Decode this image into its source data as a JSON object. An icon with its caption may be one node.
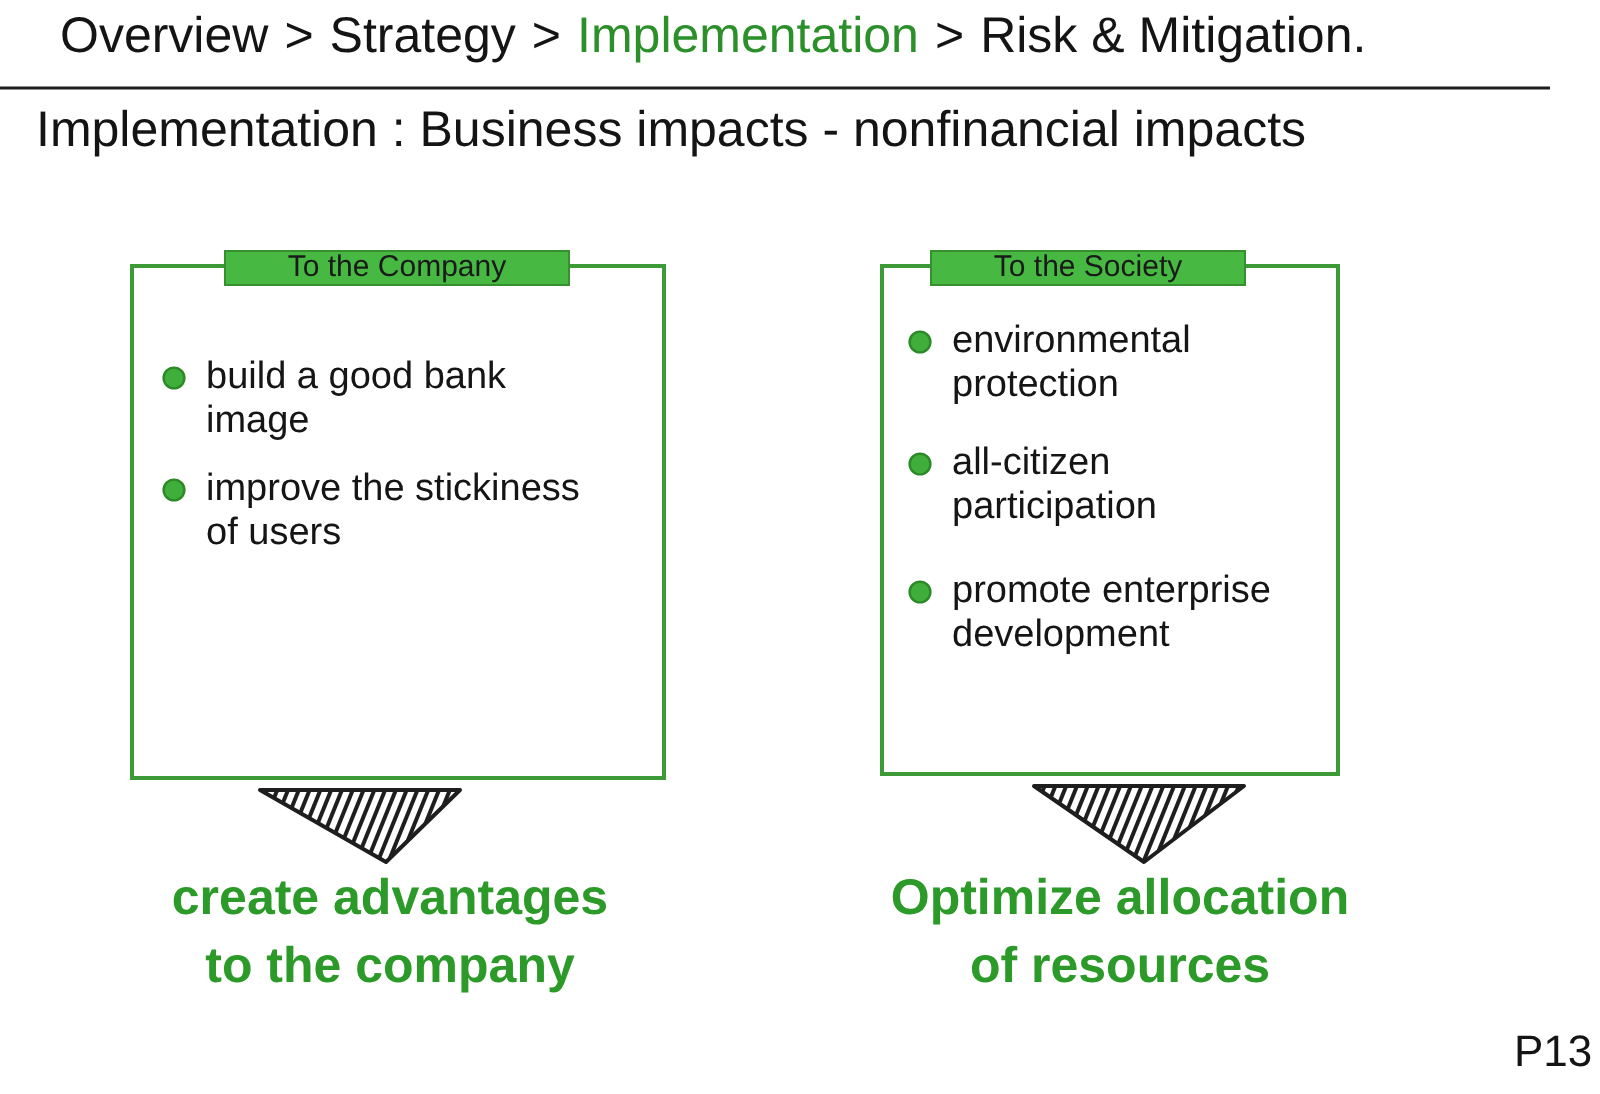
{
  "diagram": {
    "title": "Implementation : Business impacts - nonfinancial impacts",
    "nodes": [
      {
        "text": [
          "To the Company",
          "build a good bank image",
          "improve the stickiness of users"
        ]
      },
      {
        "text": [
          "To the Society",
          "environmental protection",
          "all-citizen participation",
          "promote enterprise development"
        ]
      },
      {
        "text": [
          "create advantages to the company"
        ]
      },
      {
        "text": [
          "Optimize allocation of resources"
        ]
      }
    ],
    "edges": [
      {
        "from": 0,
        "to": 2,
        "arrow": "to"
      },
      {
        "from": 1,
        "to": 3,
        "arrow": "to"
      }
    ],
    "labels": [
      "Overview",
      ">",
      "Strategy",
      ">",
      "Implementation",
      ">",
      "Risk & Mitigation.",
      "P13"
    ]
  }
}
